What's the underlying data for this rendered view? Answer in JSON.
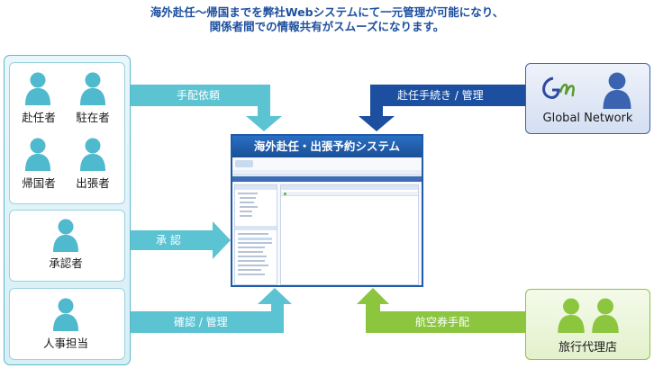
{
  "headline": {
    "line1": "海外赴任〜帰国までを弊社Webシステムにて一元管理が可能になり、",
    "line2": "関係者間での情報共有がスムーズになります。"
  },
  "system": {
    "title": "海外赴任・出張予約システム"
  },
  "left_groups": {
    "employees": [
      "赴任者",
      "駐在者",
      "帰国者",
      "出張者"
    ],
    "approver": "承認者",
    "hr": "人事担当"
  },
  "right_groups": {
    "global_network": "Global Network",
    "travel_agency": "旅行代理店"
  },
  "arrows": {
    "order_request": "手配依頼",
    "approval": "承 認",
    "confirm_manage": "確認 / 管理",
    "assignment_procedures": "赴任手続き / 管理",
    "airline_tickets": "航空券手配"
  },
  "colors": {
    "headline": "#1c4f9e",
    "teal_arrow": "#5cc3d3",
    "navy_arrow": "#1c4fa0",
    "green_arrow": "#8cc63e",
    "person_teal": "#4fb9cd",
    "person_blue": "#3b63b0",
    "person_green": "#8cc63e"
  }
}
